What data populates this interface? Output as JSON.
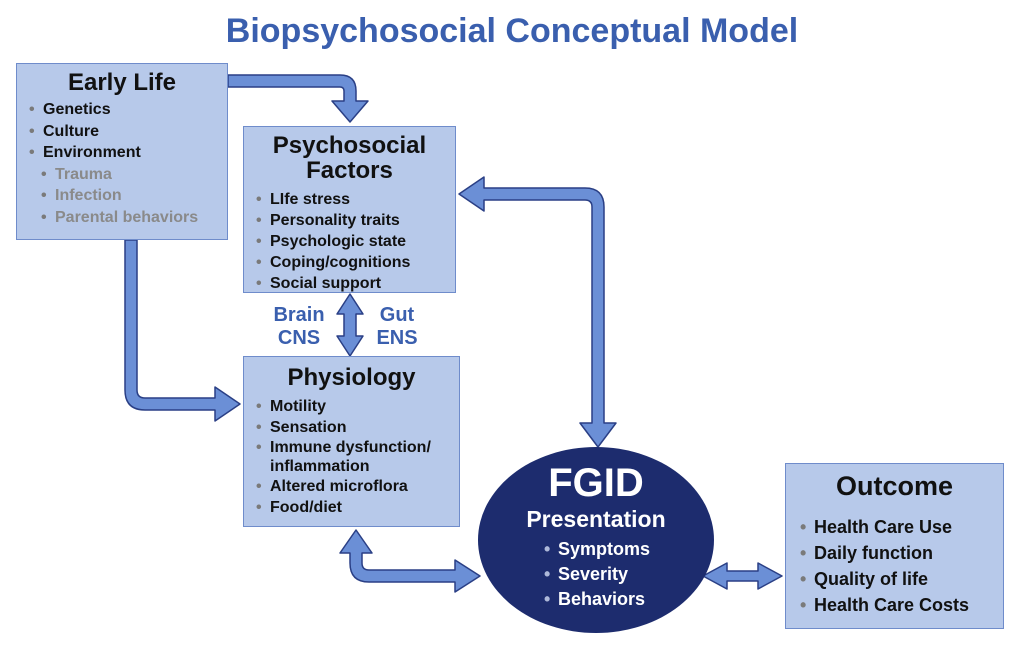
{
  "title": "Biopsychosocial Conceptual Model",
  "early_life": {
    "title": "Early Life",
    "items": [
      "Genetics",
      "Culture",
      "Environment"
    ],
    "sub_items": [
      "Trauma",
      "Infection",
      "Parental behaviors"
    ]
  },
  "psychosocial": {
    "title_line1": "Psychosocial",
    "title_line2": "Factors",
    "items": [
      "LIfe stress",
      "Personality traits",
      "Psychologic state",
      "Coping/cognitions",
      "Social support"
    ]
  },
  "brain_label": {
    "line1": "Brain",
    "line2": "CNS"
  },
  "gut_label": {
    "line1": "Gut",
    "line2": "ENS"
  },
  "physiology": {
    "title": "Physiology",
    "items": [
      "Motility",
      "Sensation",
      "Immune dysfunction/ inflammation",
      "Altered microflora",
      "Food/diet"
    ]
  },
  "fgid": {
    "title": "FGID",
    "subtitle": "Presentation",
    "items": [
      "Symptoms",
      "Severity",
      "Behaviors"
    ]
  },
  "outcome": {
    "title": "Outcome",
    "items": [
      "Health Care Use",
      "Daily function",
      "Quality of life",
      "Health Care Costs"
    ]
  },
  "colors": {
    "title": "#3a5fae",
    "box_fill": "#b7c9ea",
    "arrow_fill": "#6b8fd6",
    "arrow_stroke": "#2a3f85",
    "ellipse_fill": "#1d2c6e"
  }
}
